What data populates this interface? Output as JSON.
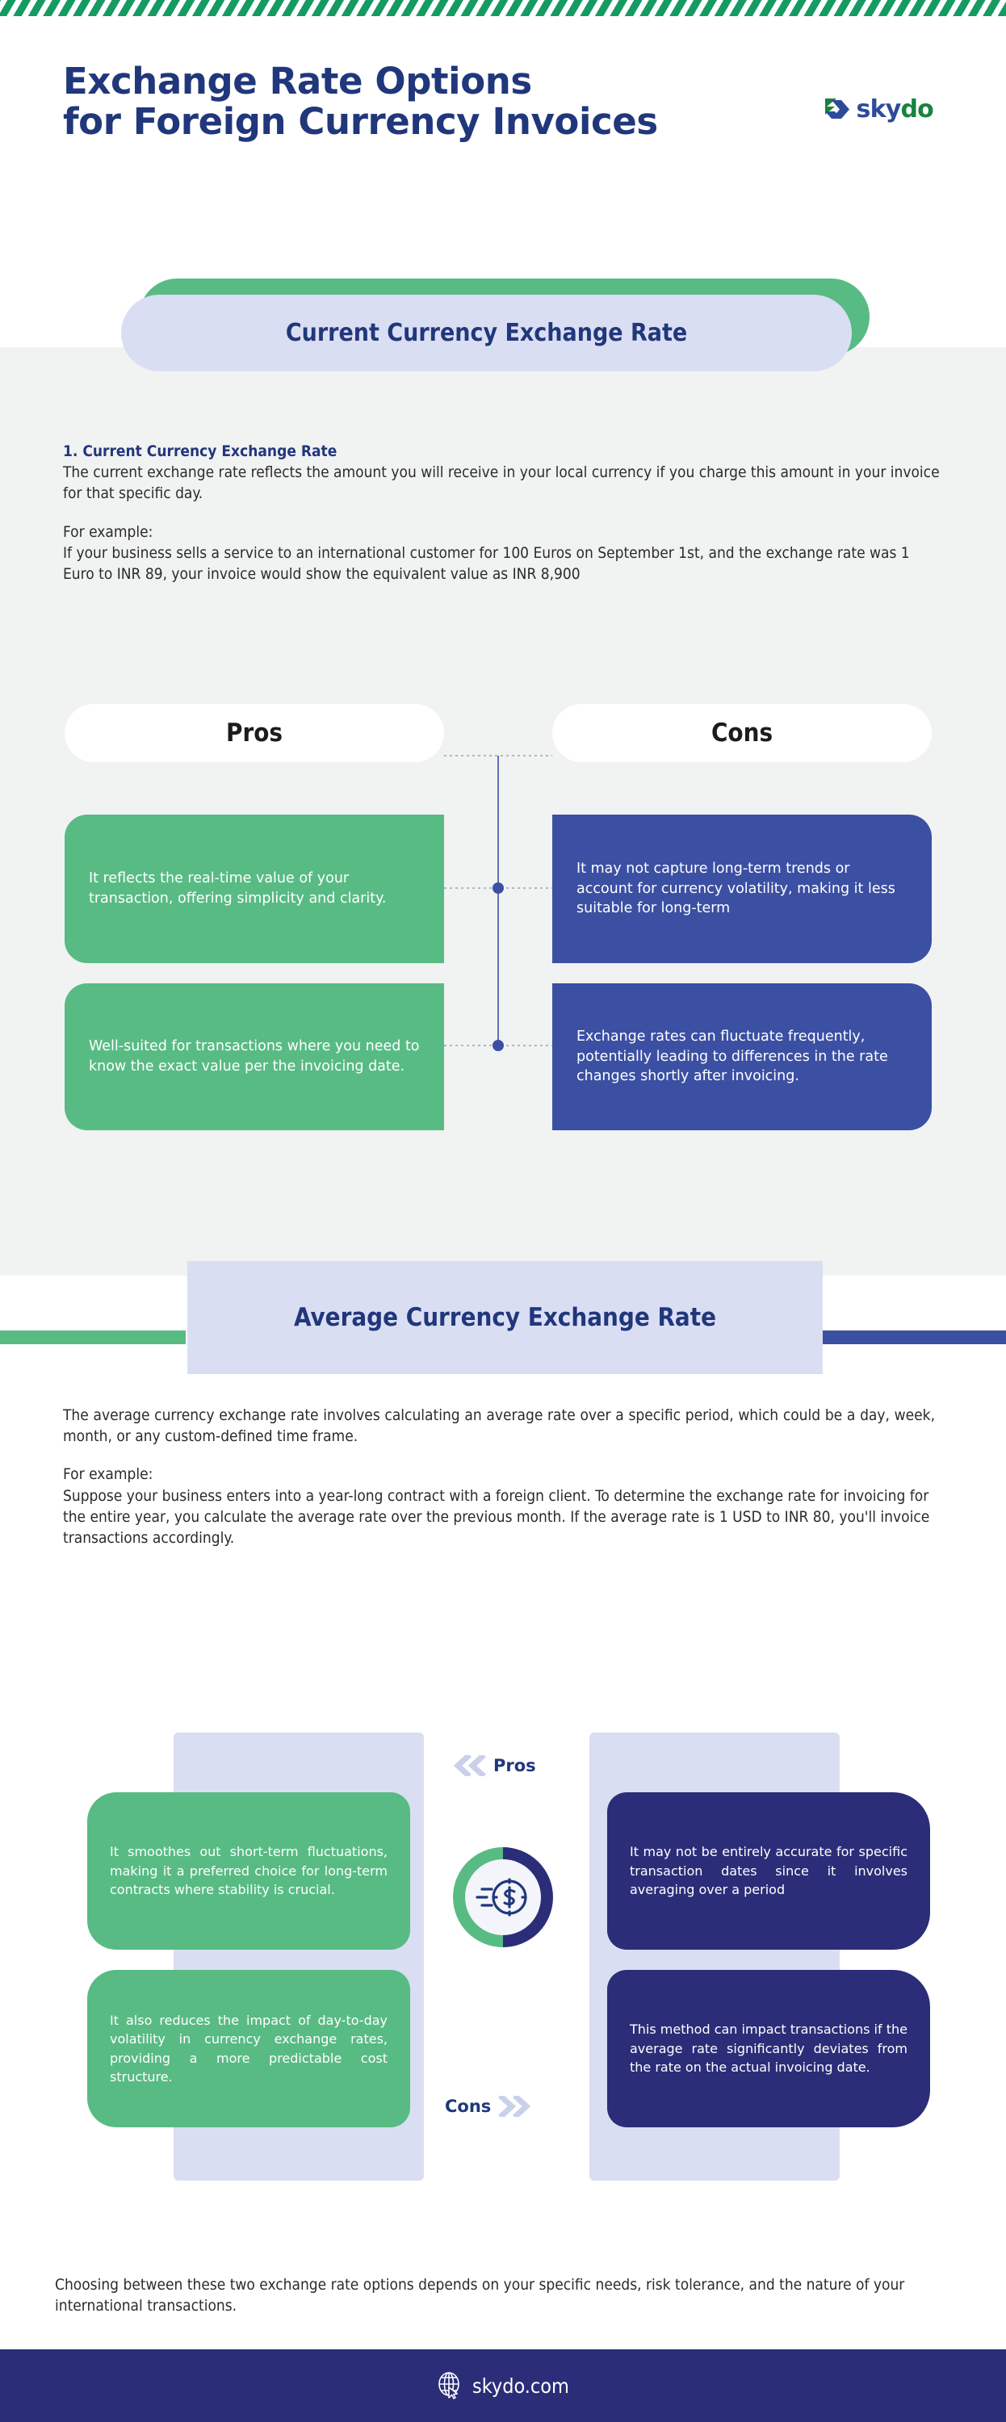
{
  "brand": {
    "name_part1": "sky",
    "name_part2": "do",
    "logo_icon": "skydo-chevron-mark"
  },
  "header": {
    "title_line1": "Exchange Rate Options",
    "title_line2": "for Foreign Currency Invoices"
  },
  "section1": {
    "banner_label": "Current Currency Exchange Rate",
    "heading": "1. Current Currency Exchange Rate",
    "para1": "The current exchange rate reflects the amount you will receive in your local currency if you charge this amount in your invoice for that specific day.",
    "example_label": "For example:",
    "example_text": "If your business sells a service to an international customer for 100 Euros on September 1st, and the exchange rate was 1 Euro to INR 89, your invoice would show the equivalent value as INR 8,900",
    "pros_tab": "Pros",
    "cons_tab": "Cons",
    "pros": [
      "It reflects the real-time value of your transaction, offering simplicity and clarity.",
      "Well-suited for transactions where you need to know the exact value per the invoicing date."
    ],
    "cons": [
      "It may not capture long-term trends or account for currency volatility, making it less suitable for long-term",
      "Exchange rates can fluctuate frequently, potentially leading to differences in the rate changes shortly after invoicing."
    ]
  },
  "section2": {
    "banner_label": "Average Currency Exchange Rate",
    "para1": "The average currency exchange rate involves calculating an average rate over a specific period, which could be a day, week, month, or any custom-defined time frame.",
    "example_label": "For example:",
    "example_text": "Suppose your business enters into a year-long contract with a foreign client. To determine the exchange rate for invoicing for the entire year, you calculate the average rate over the previous month. If the average rate is 1 USD to INR 80, you'll invoice transactions accordingly.",
    "pros_label": "Pros",
    "cons_label": "Cons",
    "center_icon": "money-speed-dollar-icon",
    "pros": [
      "It smoothes out short-term fluctuations, making it a preferred choice for long-term contracts where stability is crucial.",
      "It also reduces the impact of day-to-day volatility in currency exchange rates, providing a more predictable cost structure."
    ],
    "cons": [
      "It may not be entirely accurate for specific transaction dates since it involves averaging over a period",
      "This method can impact transactions if the average rate significantly deviates from the rate on the actual invoicing date."
    ]
  },
  "conclusion": {
    "text": "Choosing between these two exchange rate options depends on your specific needs, risk tolerance, and the nature of your international transactions."
  },
  "footer": {
    "icon": "globe-cursor-icon",
    "website": "skydo.com"
  },
  "colors": {
    "brand_navy": "#21377c",
    "brand_green": "#17833f",
    "accent_green": "#58bb84",
    "accent_blue": "#3b4fa3",
    "deep_navy": "#2b2d78",
    "lavender": "#dadef3",
    "grey_bg": "#f1f2f2"
  }
}
